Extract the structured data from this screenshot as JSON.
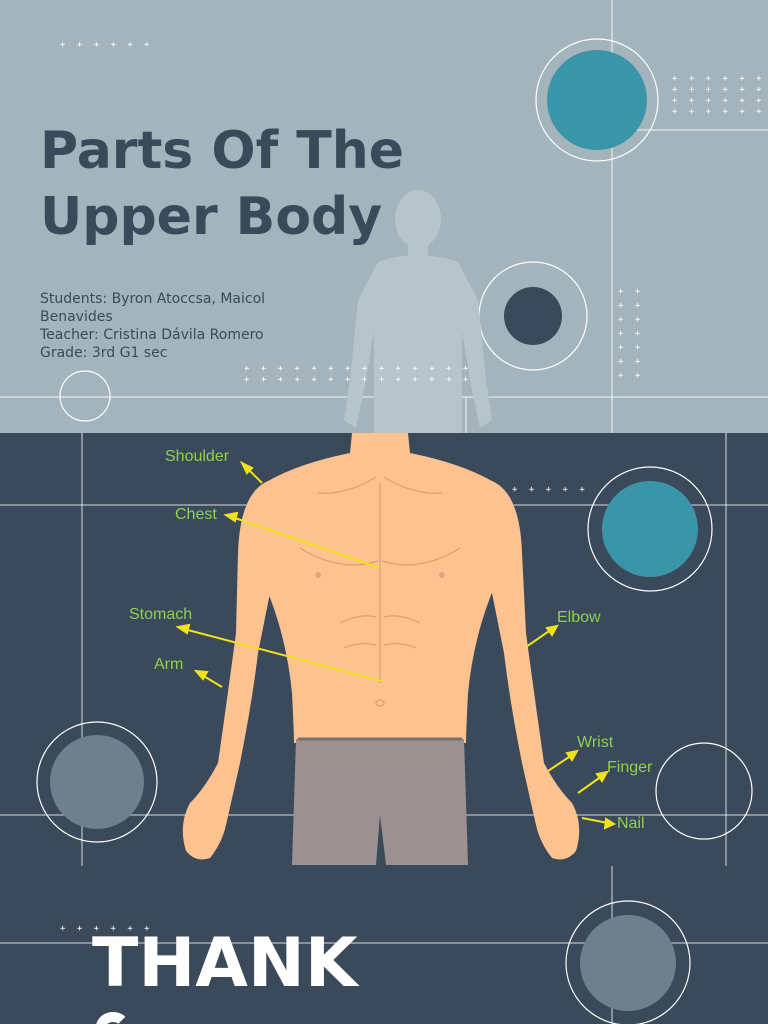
{
  "slide1": {
    "title": "Parts Of The Upper Body",
    "students": "Students: Byron Atoccsa, Maicol Benavides",
    "teacher": "Teacher: Cristina Dávila Romero",
    "grade": "Grade: 3rd G1 sec",
    "dots_small": "+ + + + + +",
    "dots_grid": "+ + + + + +\n+ + + + + +\n+ + + + + +\n+ + + + + +",
    "dots_column": "+ +\n\n+ +\n\n+ +\n\n+ +\n\n+ +\n\n+ +\n\n+ +",
    "dots_bottom": "+ + + + + + + + + + + + + +\n+ + + + + + + + + + + + + +"
  },
  "slide2": {
    "labels": {
      "shoulder": "Shoulder",
      "chest": "Chest",
      "stomach": "Stomach",
      "arm": "Arm",
      "elbow": "Elbow",
      "wrist": "Wrist",
      "finger": "Finger",
      "nail": "Nail"
    },
    "dots": "+ + + + +"
  },
  "slide3": {
    "thanks": "THANK",
    "dots": "+ + + + + +"
  },
  "colors": {
    "dark": "#3a4a5a",
    "light_bg": "#a3b4bd",
    "teal": "#3a95a8",
    "label_green": "#8fd14f",
    "arrow_yellow": "#f2e21b",
    "skin": "#fcc28f",
    "shorts": "#9c9090"
  }
}
